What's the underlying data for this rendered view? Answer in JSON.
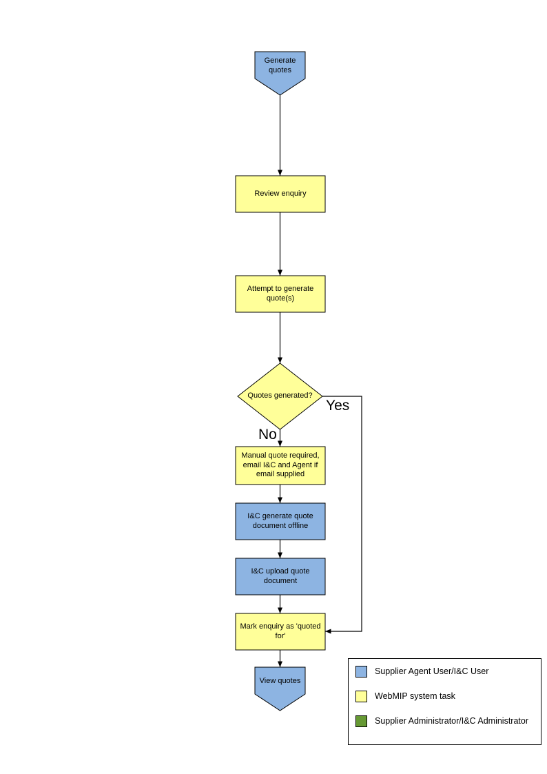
{
  "colors": {
    "actor_blue": "#8DB4E2",
    "system_yellow": "#FFFF99",
    "admin_green": "#669933",
    "line": "#000000",
    "background": "#FFFFFF"
  },
  "flowchart": {
    "nodes": {
      "start": "Generate quotes",
      "review": "Review enquiry",
      "attempt": "Attempt to generate quote(s)",
      "decision": "Quotes generated?",
      "manual": "Manual quote required, email I&C and Agent if email supplied",
      "offline": "I&C generate quote document offline",
      "upload": "I&C upload quote document",
      "mark": "Mark enquiry as 'quoted for'",
      "end": "View quotes"
    },
    "branch_labels": {
      "yes": "Yes",
      "no": "No"
    }
  },
  "legend": {
    "items": [
      {
        "label": "Supplier Agent User/I&C User",
        "color": "#8DB4E2"
      },
      {
        "label": "WebMIP system task",
        "color": "#FFFF99"
      },
      {
        "label": "Supplier Administrator/I&C Administrator",
        "color": "#669933"
      }
    ]
  }
}
